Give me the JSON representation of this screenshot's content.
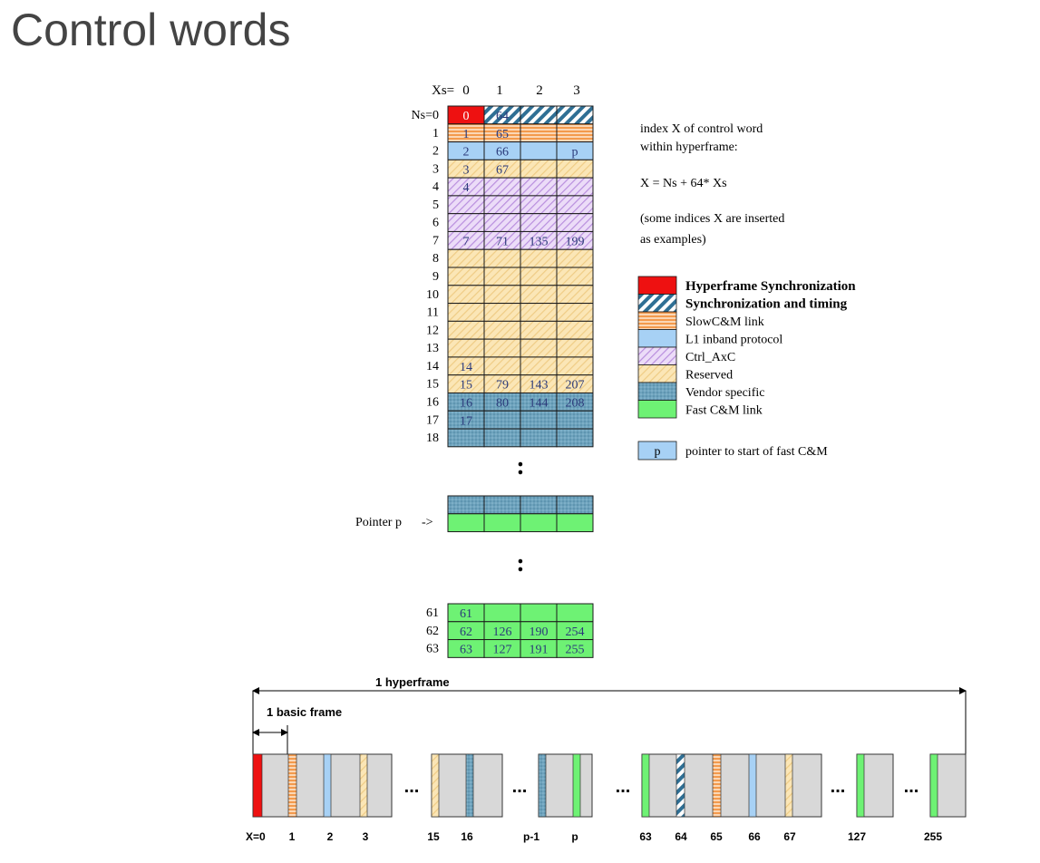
{
  "title": "Control words",
  "grid": {
    "col_header_prefix": "Xs=",
    "col_labels": [
      "0",
      "1",
      "2",
      "3"
    ],
    "row_header_prefix": "Ns=",
    "row_labels_top": [
      "0",
      "1",
      "2",
      "3",
      "4",
      "5",
      "6",
      "7",
      "8",
      "9",
      "10",
      "11",
      "12",
      "13",
      "14",
      "15",
      "16",
      "17",
      "18"
    ],
    "row_labels_bottom": [
      "61",
      "62",
      "63"
    ],
    "pointer_label": "Pointer p",
    "pointer_arrow": "->",
    "ellipsis": ":",
    "rows_top": [
      [
        "hyper",
        "sync",
        "sync",
        "sync"
      ],
      [
        "slow",
        "slow",
        "slow",
        "slow"
      ],
      [
        "l1",
        "l1",
        "l1",
        "l1"
      ],
      [
        "reserved",
        "reserved",
        "reserved",
        "reserved"
      ],
      [
        "ctrl",
        "ctrl",
        "ctrl",
        "ctrl"
      ],
      [
        "ctrl",
        "ctrl",
        "ctrl",
        "ctrl"
      ],
      [
        "ctrl",
        "ctrl",
        "ctrl",
        "ctrl"
      ],
      [
        "ctrl",
        "ctrl",
        "ctrl",
        "ctrl"
      ],
      [
        "reserved",
        "reserved",
        "reserved",
        "reserved"
      ],
      [
        "reserved",
        "reserved",
        "reserved",
        "reserved"
      ],
      [
        "reserved",
        "reserved",
        "reserved",
        "reserved"
      ],
      [
        "reserved",
        "reserved",
        "reserved",
        "reserved"
      ],
      [
        "reserved",
        "reserved",
        "reserved",
        "reserved"
      ],
      [
        "reserved",
        "reserved",
        "reserved",
        "reserved"
      ],
      [
        "reserved",
        "reserved",
        "reserved",
        "reserved"
      ],
      [
        "reserved",
        "reserved",
        "reserved",
        "reserved"
      ],
      [
        "vendor",
        "vendor",
        "vendor",
        "vendor"
      ],
      [
        "vendor",
        "vendor",
        "vendor",
        "vendor"
      ],
      [
        "vendor",
        "vendor",
        "vendor",
        "vendor"
      ]
    ],
    "rows_pointer": [
      [
        "vendor",
        "vendor",
        "vendor",
        "vendor"
      ],
      [
        "fast",
        "fast",
        "fast",
        "fast"
      ]
    ],
    "rows_bottom": [
      [
        "fast",
        "fast",
        "fast",
        "fast"
      ],
      [
        "fast",
        "fast",
        "fast",
        "fast"
      ],
      [
        "fast",
        "fast",
        "fast",
        "fast"
      ]
    ],
    "cell_labels": [
      {
        "block": "top",
        "row": 0,
        "col": 0,
        "text": "0",
        "color": "#ffffff"
      },
      {
        "block": "top",
        "row": 0,
        "col": 1,
        "text": "64"
      },
      {
        "block": "top",
        "row": 1,
        "col": 0,
        "text": "1"
      },
      {
        "block": "top",
        "row": 1,
        "col": 1,
        "text": "65"
      },
      {
        "block": "top",
        "row": 2,
        "col": 0,
        "text": "2"
      },
      {
        "block": "top",
        "row": 2,
        "col": 1,
        "text": "66"
      },
      {
        "block": "top",
        "row": 2,
        "col": 3,
        "text": "p"
      },
      {
        "block": "top",
        "row": 3,
        "col": 0,
        "text": "3"
      },
      {
        "block": "top",
        "row": 3,
        "col": 1,
        "text": "67"
      },
      {
        "block": "top",
        "row": 4,
        "col": 0,
        "text": "4"
      },
      {
        "block": "top",
        "row": 7,
        "col": 0,
        "text": "7"
      },
      {
        "block": "top",
        "row": 7,
        "col": 1,
        "text": "71"
      },
      {
        "block": "top",
        "row": 7,
        "col": 2,
        "text": "135"
      },
      {
        "block": "top",
        "row": 7,
        "col": 3,
        "text": "199"
      },
      {
        "block": "top",
        "row": 14,
        "col": 0,
        "text": "14"
      },
      {
        "block": "top",
        "row": 15,
        "col": 0,
        "text": "15"
      },
      {
        "block": "top",
        "row": 15,
        "col": 1,
        "text": "79"
      },
      {
        "block": "top",
        "row": 15,
        "col": 2,
        "text": "143"
      },
      {
        "block": "top",
        "row": 15,
        "col": 3,
        "text": "207"
      },
      {
        "block": "top",
        "row": 16,
        "col": 0,
        "text": "16"
      },
      {
        "block": "top",
        "row": 16,
        "col": 1,
        "text": "80"
      },
      {
        "block": "top",
        "row": 16,
        "col": 2,
        "text": "144"
      },
      {
        "block": "top",
        "row": 16,
        "col": 3,
        "text": "208"
      },
      {
        "block": "top",
        "row": 17,
        "col": 0,
        "text": "17"
      },
      {
        "block": "bottom",
        "row": 0,
        "col": 0,
        "text": "61"
      },
      {
        "block": "bottom",
        "row": 1,
        "col": 0,
        "text": "62"
      },
      {
        "block": "bottom",
        "row": 1,
        "col": 1,
        "text": "126"
      },
      {
        "block": "bottom",
        "row": 1,
        "col": 2,
        "text": "190"
      },
      {
        "block": "bottom",
        "row": 1,
        "col": 3,
        "text": "254"
      },
      {
        "block": "bottom",
        "row": 2,
        "col": 0,
        "text": "63"
      },
      {
        "block": "bottom",
        "row": 2,
        "col": 1,
        "text": "127"
      },
      {
        "block": "bottom",
        "row": 2,
        "col": 2,
        "text": "191"
      },
      {
        "block": "bottom",
        "row": 2,
        "col": 3,
        "text": "255"
      }
    ]
  },
  "info": {
    "line1": "index X of control word",
    "line2": "within hyperframe:",
    "formula": "X = Ns + 64* Xs",
    "note1": "(some indices X are inserted",
    "note2": "as examples)"
  },
  "legend": [
    {
      "key": "hyper",
      "label": "Hyperframe Synchronization"
    },
    {
      "key": "sync",
      "label": "Synchronization and timing"
    },
    {
      "key": "slow",
      "label": "SlowC&M link"
    },
    {
      "key": "l1",
      "label": "L1 inband protocol"
    },
    {
      "key": "ctrl",
      "label": "Ctrl_AxC"
    },
    {
      "key": "reserved",
      "label": "Reserved"
    },
    {
      "key": "vendor",
      "label": "Vendor specific"
    },
    {
      "key": "fast",
      "label": "Fast C&M link"
    }
  ],
  "pointer_legend": {
    "symbol": "p",
    "label": "pointer to start of fast C&M"
  },
  "timeline": {
    "hyperframe_label": "1 hyperframe",
    "basic_frame_label": "1 basic frame",
    "dots": "...",
    "x_labels": [
      "X=0",
      "1",
      "2",
      "3",
      "15",
      "16",
      "p-1",
      "p",
      "63",
      "64",
      "65",
      "66",
      "67",
      "127",
      "255"
    ]
  }
}
